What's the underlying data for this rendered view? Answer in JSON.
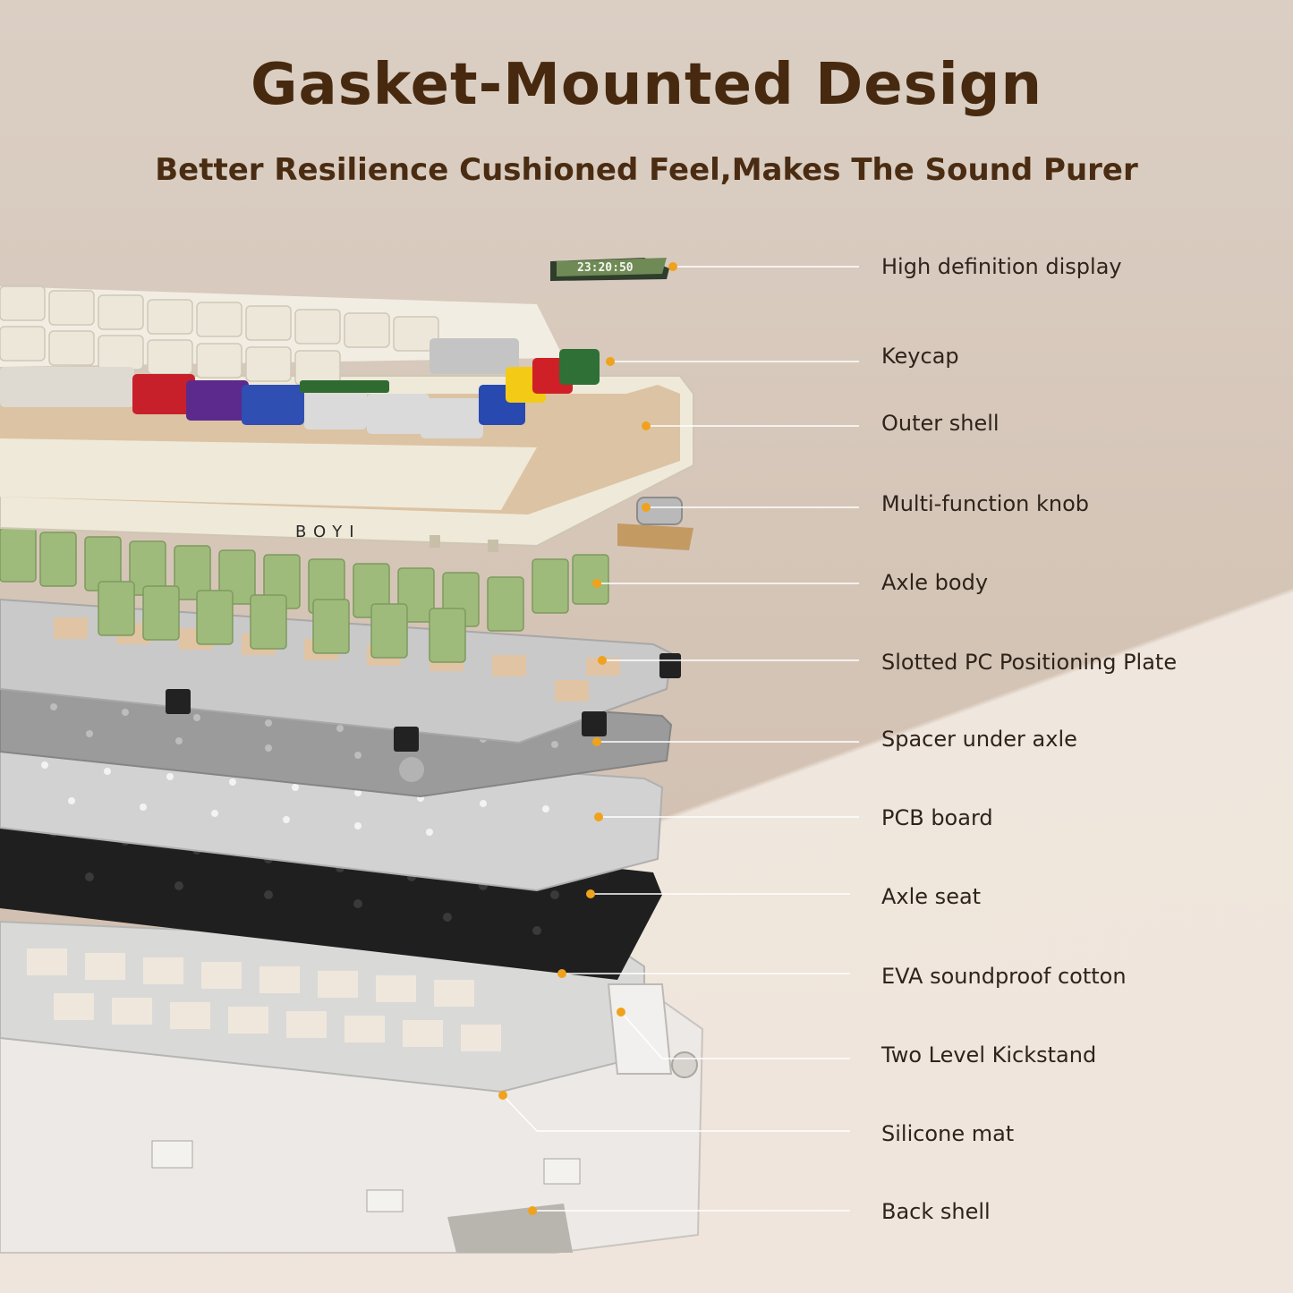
{
  "title": "Gasket-Mounted Design",
  "subtitle": "Better Resilience Cushioned Feel,Makes The Sound Purer",
  "display_time": "23:20:50",
  "brand": "BOYI",
  "labels": [
    "High definition display",
    "Keycap",
    "Outer shell",
    "Multi-function knob",
    "Axle body",
    "Slotted PC Positioning Plate",
    "Spacer under axle",
    "PCB board",
    "Axle seat",
    "EVA soundproof cotton",
    "Two Level Kickstand",
    "Silicone mat",
    "Back shell"
  ],
  "colors": {
    "title": "#46290f",
    "callout_dot": "#f0a21c",
    "switch_green": "#9fbb7c",
    "case_cream": "#efe9d9",
    "eva_black": "#1f1f1f"
  }
}
